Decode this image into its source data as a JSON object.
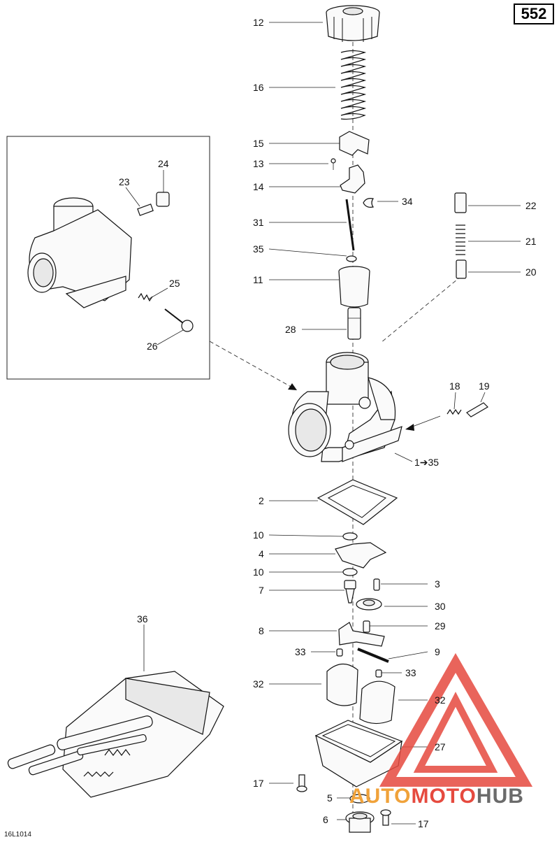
{
  "page_number": "552",
  "figure_code": "16L1014",
  "watermark": {
    "part1": "AUTO",
    "part2": "MOTO",
    "part3": "HUB",
    "color_primary": "#e64a3f",
    "color_secondary": "#f0a23a",
    "color_text": "#6b6b6b"
  },
  "callouts": [
    "12",
    "16",
    "15",
    "13",
    "14",
    "34",
    "31",
    "22",
    "35",
    "21",
    "11",
    "20",
    "28",
    "24",
    "23",
    "25",
    "26",
    "18",
    "19",
    "1➔35",
    "2",
    "10",
    "4",
    "10",
    "7",
    "3",
    "30",
    "29",
    "8",
    "33",
    "9",
    "33",
    "32",
    "32",
    "27",
    "17",
    "5",
    "6",
    "17",
    "36"
  ]
}
